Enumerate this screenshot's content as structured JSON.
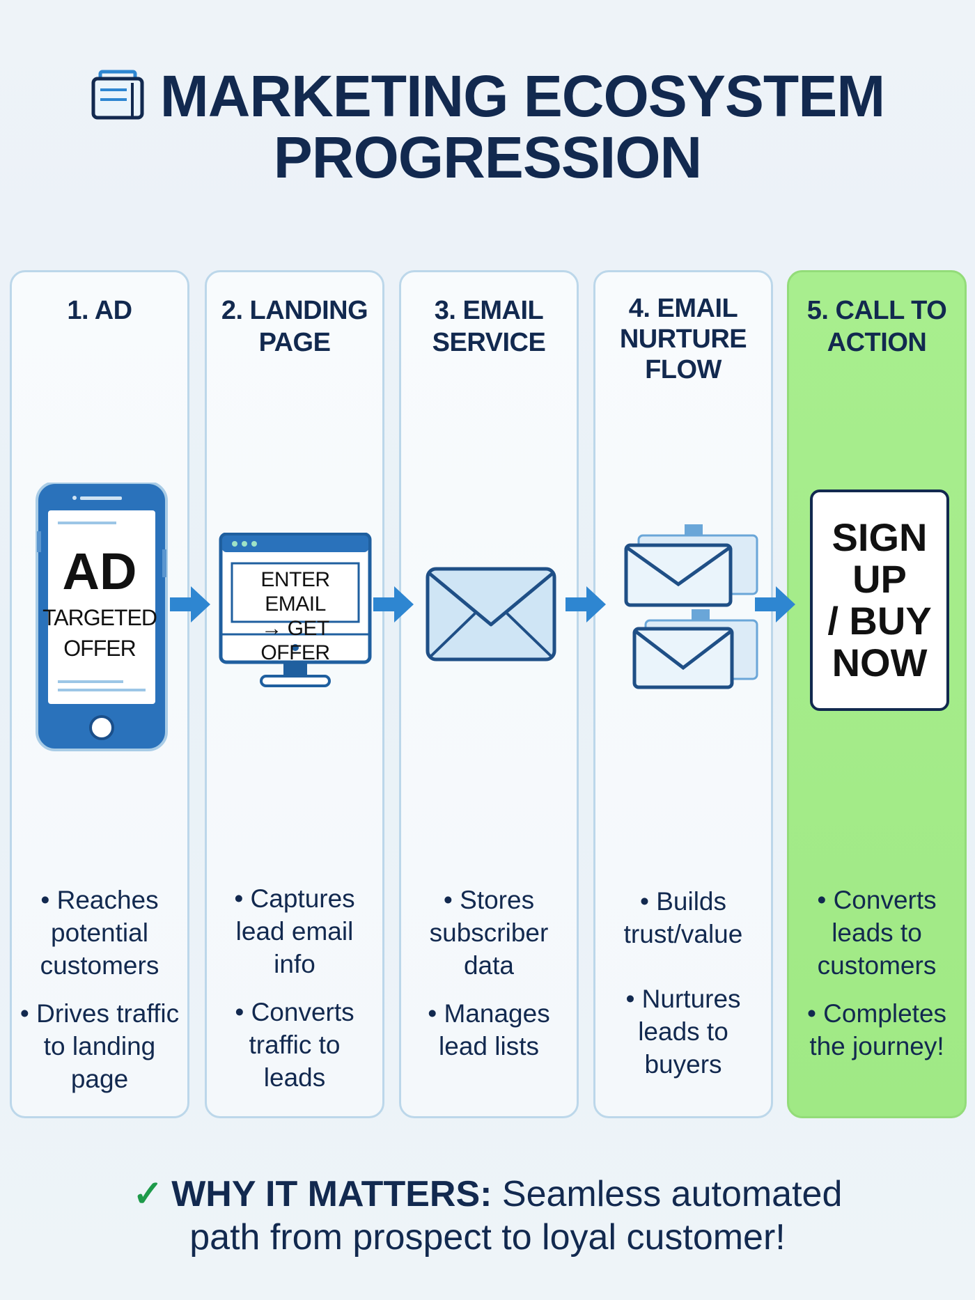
{
  "title": {
    "line1": "MARKETING ECOSYSTEM",
    "line2": "PROGRESSION",
    "icon": "document-stack-icon"
  },
  "colors": {
    "navy": "#12294f",
    "accent_blue": "#2e86d1",
    "active_green": "#a4ec88",
    "check_green": "#1e9a4a"
  },
  "steps": [
    {
      "title": [
        "1. AD"
      ],
      "icon": "smartphone-icon",
      "visual": {
        "headline": "AD",
        "sub": [
          "TARGETED",
          "OFFER"
        ]
      },
      "bullets": [
        [
          "• Reaches",
          "potential",
          "customers"
        ],
        [
          "• Drives traffic",
          "to landing",
          "page"
        ]
      ]
    },
    {
      "title": [
        "2. LANDING",
        "PAGE"
      ],
      "icon": "desktop-monitor-icon",
      "visual": {
        "line1": "ENTER EMAIL",
        "line2": "→ GET OFFER"
      },
      "bullets": [
        [
          "• Captures",
          "lead email",
          "info"
        ],
        [
          "• Converts",
          "traffic to",
          "leads"
        ]
      ]
    },
    {
      "title": [
        "3. EMAIL",
        "SERVICE"
      ],
      "icon": "envelope-icon",
      "bullets": [
        [
          "• Stores",
          "subscriber",
          "data"
        ],
        [
          "• Manages",
          "lead lists"
        ]
      ]
    },
    {
      "title": [
        "4. EMAIL",
        "NURTURE",
        "FLOW"
      ],
      "icon": "envelope-stack-icon",
      "bullets": [
        [
          "• Builds",
          "trust/value"
        ],
        [
          "• Nurtures",
          "leads to",
          "buyers"
        ]
      ]
    },
    {
      "title": [
        "5. CALL TO",
        "ACTION"
      ],
      "icon": "cta-button-icon",
      "visual": {
        "lines": [
          "SIGN",
          "UP",
          "/ BUY",
          "NOW"
        ]
      },
      "bullets": [
        [
          "• Converts",
          "leads to",
          "customers"
        ],
        [
          "• Completes",
          "the journey!"
        ]
      ]
    }
  ],
  "footer": {
    "icon": "checkmark-icon",
    "check": "✓",
    "label": "WHY IT MATTERS:",
    "text_line1": " Seamless automated",
    "text_line2": "path from prospect to loyal customer!"
  }
}
